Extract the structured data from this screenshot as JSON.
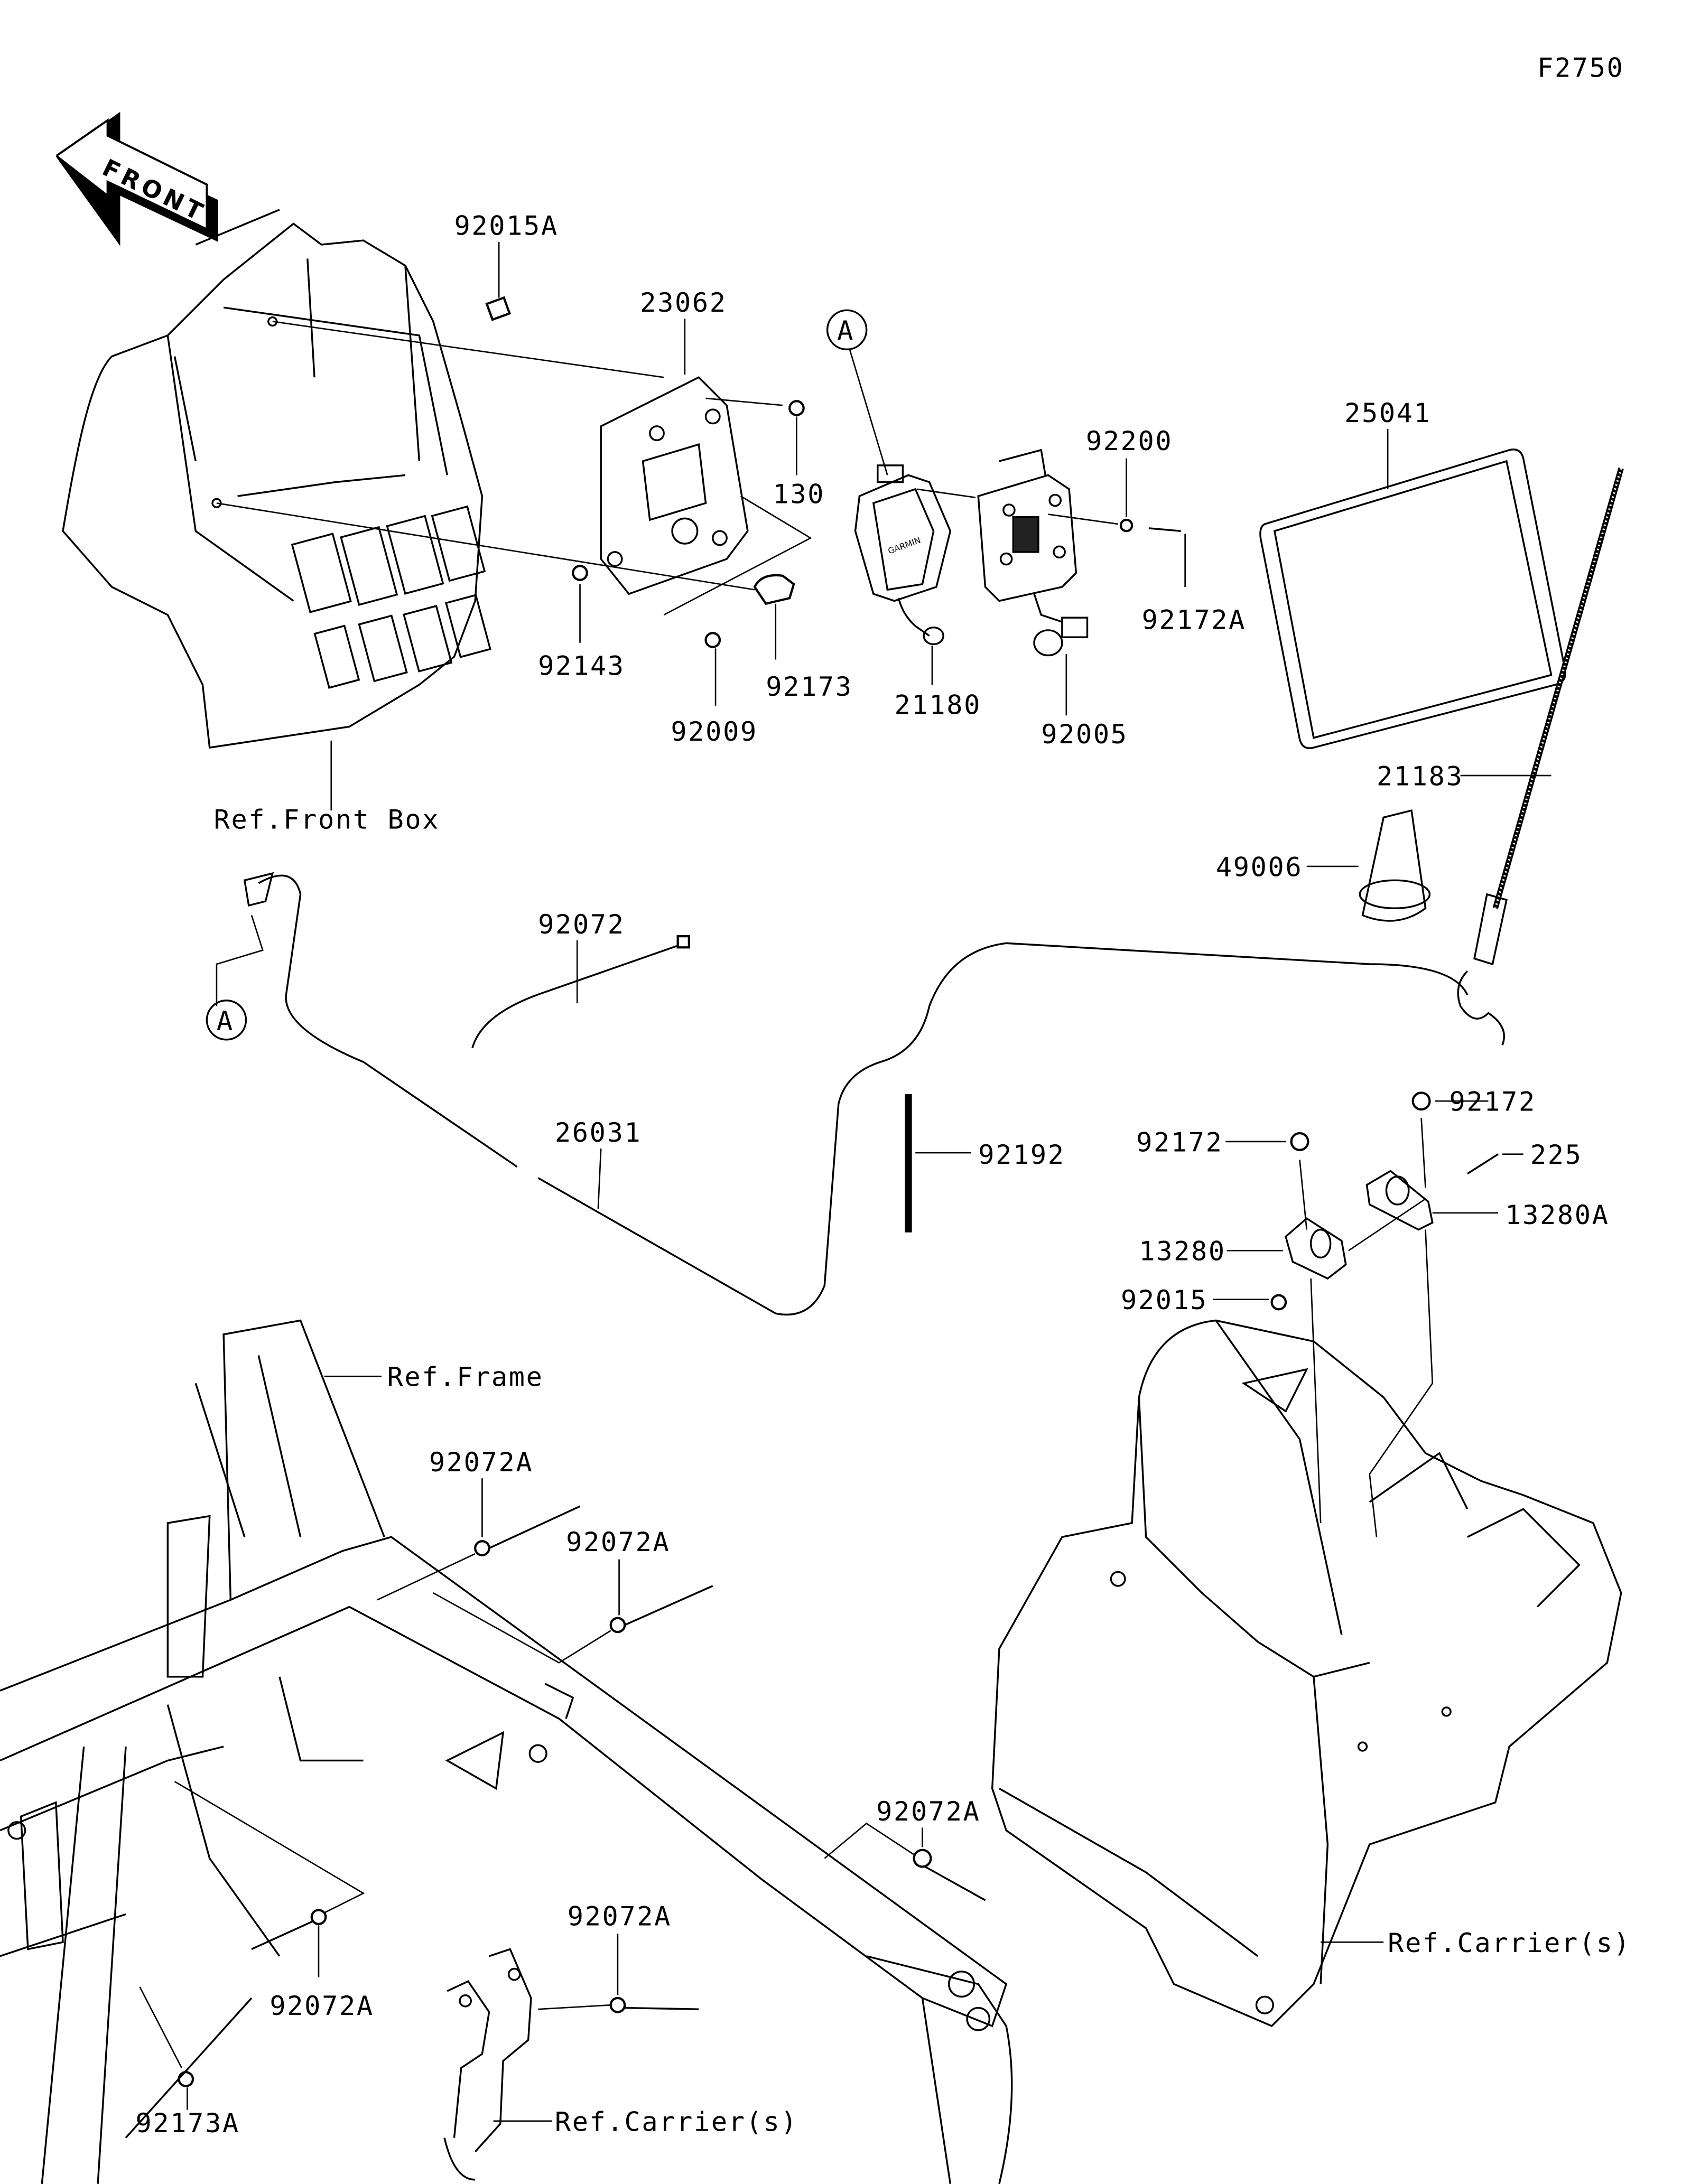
{
  "diagram": {
    "figure_code": "F2750",
    "front_arrow_text": "FRONT",
    "callout_letter": "A",
    "labels": {
      "p92015A": "92015A",
      "p23062": "23062",
      "p130": "130",
      "p92143": "92143",
      "p92009": "92009",
      "p92173": "92173",
      "p21180": "21180",
      "p92200": "92200",
      "p92172A": "92172A",
      "p92005": "92005",
      "p25041": "25041",
      "p21183": "21183",
      "p49006": "49006",
      "ref_front_box": "Ref.Front Box",
      "p92072": "92072",
      "p26031": "26031",
      "p92192": "92192",
      "p92172_a": "92172",
      "p92172_b": "92172",
      "p225": "225",
      "p13280": "13280",
      "p13280A": "13280A",
      "p92015": "92015",
      "ref_frame": "Ref.Frame",
      "p92072A_1": "92072A",
      "p92072A_2": "92072A",
      "p92072A_3": "92072A",
      "p92072A_4": "92072A",
      "p92072A_5": "92072A",
      "p92173A": "92173A",
      "ref_carrier_1": "Ref.Carrier(s)",
      "ref_carrier_2": "Ref.Carrier(s)"
    },
    "device_brand_mark": "GARMIN"
  }
}
